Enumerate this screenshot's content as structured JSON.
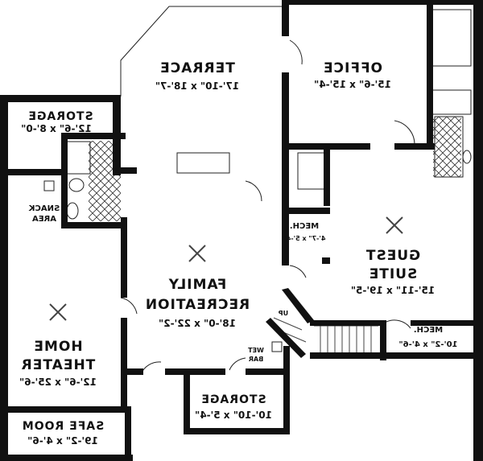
{
  "rooms": {
    "terrace": {
      "name": "TERRACE",
      "size": "17'-10\" x 18'-7\""
    },
    "office": {
      "name": "OFFICE",
      "size": "15'-6\" x 15'-4\""
    },
    "storage_top": {
      "name": "STORAGE",
      "size": "12'-6\" x 8'-0\""
    },
    "snack": {
      "line1": "SNACK",
      "line2": "AREA"
    },
    "mech_small": {
      "name": "MECH.",
      "size": "4'-7\" x 5'-4\""
    },
    "guest": {
      "line1": "GUEST",
      "line2": "SUITE",
      "size": "15'-11\" x 19'-5\""
    },
    "family": {
      "line1": "FAMILY",
      "line2": "RECREATION",
      "size": "18'-0\" x 22'-2\""
    },
    "stairs": {
      "label": "UP"
    },
    "wetbar": {
      "line1": "WET",
      "line2": "BAR"
    },
    "mech_large": {
      "name": "MECH.",
      "size": "10'-2\" x 4'-6\""
    },
    "theater": {
      "line1": "HOME",
      "line2": "THEATER",
      "size": "12'-6\" x 25'-6\""
    },
    "storage_bottom": {
      "name": "STORAGE",
      "size": "10'-10\" x 5'-4\""
    },
    "safe": {
      "name": "SAFE ROOM",
      "size": "19'-2\" x 4'-6\""
    }
  },
  "orientation": "mirrored"
}
